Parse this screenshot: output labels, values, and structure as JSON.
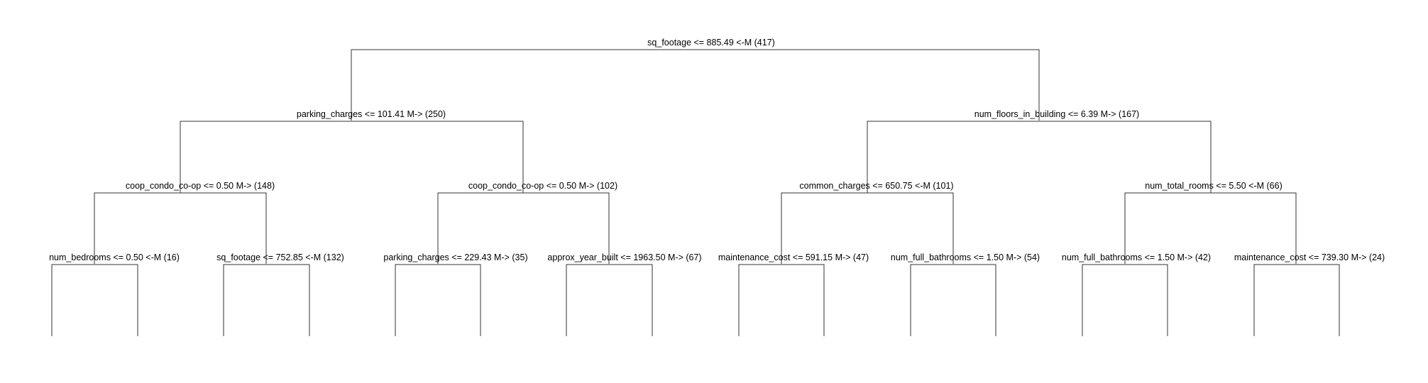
{
  "tree": {
    "nodes": [
      {
        "id": "root",
        "label": "sq_footage <= 885.49 <-M (417)"
      },
      {
        "id": "n_l",
        "label": "parking_charges <= 101.41 M-> (250)"
      },
      {
        "id": "n_r",
        "label": "num_floors_in_building <= 6.39 M-> (167)"
      },
      {
        "id": "n_ll",
        "label": "coop_condo_co-op <= 0.50 M-> (148)"
      },
      {
        "id": "n_lr",
        "label": "coop_condo_co-op <= 0.50 M-> (102)"
      },
      {
        "id": "n_rl",
        "label": "common_charges <= 650.75 <-M (101)"
      },
      {
        "id": "n_rr",
        "label": "num_total_rooms <= 5.50 <-M (66)"
      },
      {
        "id": "n_lll",
        "label": "num_bedrooms <= 0.50 <-M (16)"
      },
      {
        "id": "n_llr",
        "label": "sq_footage <= 752.85 <-M (132)"
      },
      {
        "id": "n_lrl",
        "label": "parking_charges <= 229.43 M-> (35)"
      },
      {
        "id": "n_lrr",
        "label": "approx_year_built <= 1963.50 M-> (67)"
      },
      {
        "id": "n_rll",
        "label": "maintenance_cost <= 591.15 M-> (47)"
      },
      {
        "id": "n_rlr",
        "label": "num_full_bathrooms <= 1.50 M-> (54)"
      },
      {
        "id": "n_rrl",
        "label": "num_full_bathrooms <= 1.50 M-> (42)"
      },
      {
        "id": "n_rrr",
        "label": "maintenance_cost <= 739.30 M-> (24)"
      }
    ]
  }
}
